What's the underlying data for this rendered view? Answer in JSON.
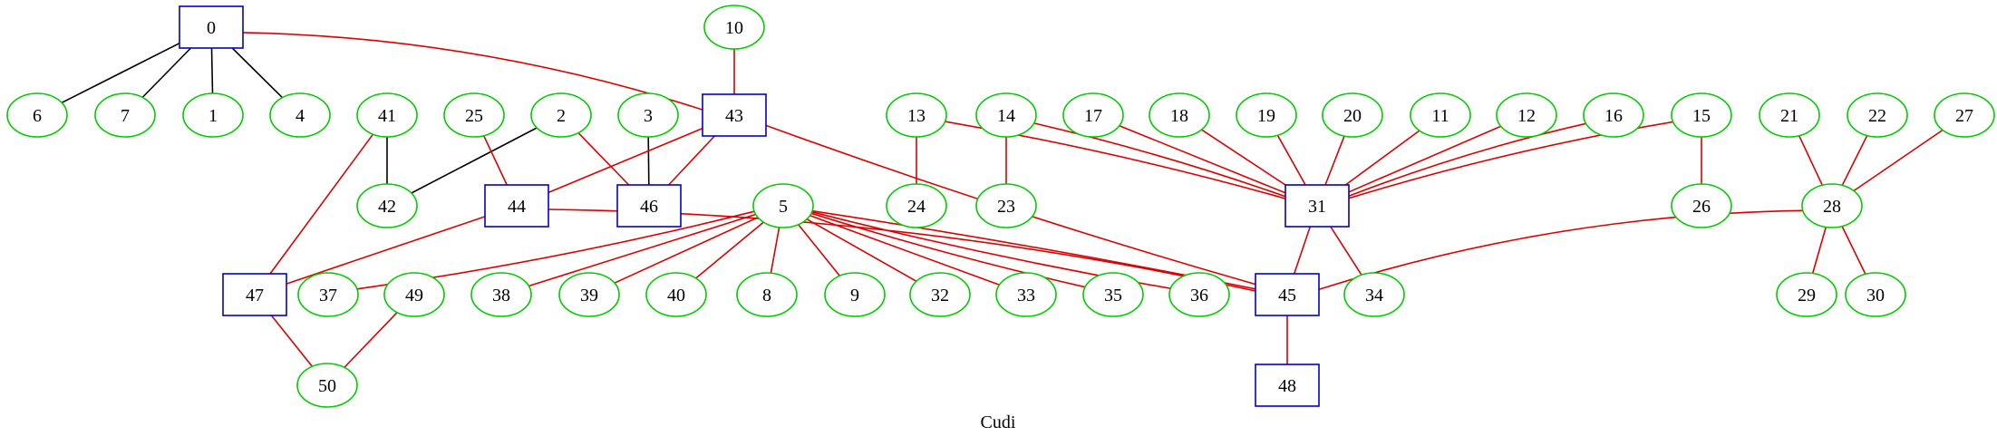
{
  "diagram": {
    "caption": "Cudi",
    "colors": {
      "background": "#ffffff",
      "box_stroke": "#0000cc",
      "ellipse_stroke": "#00cc00",
      "edge_black": "#000000",
      "edge_red": "#dd0000",
      "label": "#000000"
    },
    "nodes": [
      {
        "id": "0",
        "shape": "box"
      },
      {
        "id": "10",
        "shape": "ellipse"
      },
      {
        "id": "6",
        "shape": "ellipse"
      },
      {
        "id": "7",
        "shape": "ellipse"
      },
      {
        "id": "1",
        "shape": "ellipse"
      },
      {
        "id": "4",
        "shape": "ellipse"
      },
      {
        "id": "41",
        "shape": "ellipse"
      },
      {
        "id": "25",
        "shape": "ellipse"
      },
      {
        "id": "2",
        "shape": "ellipse"
      },
      {
        "id": "3",
        "shape": "ellipse"
      },
      {
        "id": "43",
        "shape": "box"
      },
      {
        "id": "13",
        "shape": "ellipse"
      },
      {
        "id": "14",
        "shape": "ellipse"
      },
      {
        "id": "17",
        "shape": "ellipse"
      },
      {
        "id": "18",
        "shape": "ellipse"
      },
      {
        "id": "19",
        "shape": "ellipse"
      },
      {
        "id": "20",
        "shape": "ellipse"
      },
      {
        "id": "11",
        "shape": "ellipse"
      },
      {
        "id": "12",
        "shape": "ellipse"
      },
      {
        "id": "16",
        "shape": "ellipse"
      },
      {
        "id": "15",
        "shape": "ellipse"
      },
      {
        "id": "21",
        "shape": "ellipse"
      },
      {
        "id": "22",
        "shape": "ellipse"
      },
      {
        "id": "27",
        "shape": "ellipse"
      },
      {
        "id": "42",
        "shape": "ellipse"
      },
      {
        "id": "44",
        "shape": "box"
      },
      {
        "id": "46",
        "shape": "box"
      },
      {
        "id": "5",
        "shape": "ellipse"
      },
      {
        "id": "24",
        "shape": "ellipse"
      },
      {
        "id": "23",
        "shape": "ellipse"
      },
      {
        "id": "31",
        "shape": "box"
      },
      {
        "id": "26",
        "shape": "ellipse"
      },
      {
        "id": "28",
        "shape": "ellipse"
      },
      {
        "id": "47",
        "shape": "box"
      },
      {
        "id": "37",
        "shape": "ellipse"
      },
      {
        "id": "49",
        "shape": "ellipse"
      },
      {
        "id": "38",
        "shape": "ellipse"
      },
      {
        "id": "39",
        "shape": "ellipse"
      },
      {
        "id": "40",
        "shape": "ellipse"
      },
      {
        "id": "8",
        "shape": "ellipse"
      },
      {
        "id": "9",
        "shape": "ellipse"
      },
      {
        "id": "32",
        "shape": "ellipse"
      },
      {
        "id": "33",
        "shape": "ellipse"
      },
      {
        "id": "35",
        "shape": "ellipse"
      },
      {
        "id": "36",
        "shape": "ellipse"
      },
      {
        "id": "45",
        "shape": "box"
      },
      {
        "id": "34",
        "shape": "ellipse"
      },
      {
        "id": "29",
        "shape": "ellipse"
      },
      {
        "id": "30",
        "shape": "ellipse"
      },
      {
        "id": "50",
        "shape": "ellipse"
      },
      {
        "id": "48",
        "shape": "box"
      }
    ],
    "edges": [
      {
        "from": "0",
        "to": "6",
        "color": "black"
      },
      {
        "from": "0",
        "to": "7",
        "color": "black"
      },
      {
        "from": "0",
        "to": "1",
        "color": "black"
      },
      {
        "from": "0",
        "to": "4",
        "color": "black"
      },
      {
        "from": "0",
        "to": "43",
        "color": "red"
      },
      {
        "from": "10",
        "to": "43",
        "color": "red"
      },
      {
        "from": "41",
        "to": "42",
        "color": "black"
      },
      {
        "from": "41",
        "to": "47",
        "color": "red"
      },
      {
        "from": "2",
        "to": "42",
        "color": "black"
      },
      {
        "from": "2",
        "to": "46",
        "color": "red"
      },
      {
        "from": "25",
        "to": "44",
        "color": "red"
      },
      {
        "from": "3",
        "to": "46",
        "color": "black"
      },
      {
        "from": "43",
        "to": "46",
        "color": "red"
      },
      {
        "from": "43",
        "to": "44",
        "color": "red"
      },
      {
        "from": "43",
        "to": "45",
        "color": "red"
      },
      {
        "from": "44",
        "to": "47",
        "color": "red"
      },
      {
        "from": "44",
        "to": "45",
        "color": "red"
      },
      {
        "from": "13",
        "to": "24",
        "color": "red"
      },
      {
        "from": "13",
        "to": "31",
        "color": "red"
      },
      {
        "from": "14",
        "to": "23",
        "color": "red"
      },
      {
        "from": "14",
        "to": "31",
        "color": "red"
      },
      {
        "from": "17",
        "to": "31",
        "color": "red"
      },
      {
        "from": "18",
        "to": "31",
        "color": "red"
      },
      {
        "from": "19",
        "to": "31",
        "color": "red"
      },
      {
        "from": "20",
        "to": "31",
        "color": "red"
      },
      {
        "from": "11",
        "to": "31",
        "color": "red"
      },
      {
        "from": "12",
        "to": "31",
        "color": "red"
      },
      {
        "from": "16",
        "to": "31",
        "color": "red"
      },
      {
        "from": "15",
        "to": "31",
        "color": "red"
      },
      {
        "from": "15",
        "to": "26",
        "color": "red"
      },
      {
        "from": "31",
        "to": "45",
        "color": "red"
      },
      {
        "from": "31",
        "to": "34",
        "color": "red"
      },
      {
        "from": "21",
        "to": "28",
        "color": "red"
      },
      {
        "from": "22",
        "to": "28",
        "color": "red"
      },
      {
        "from": "27",
        "to": "28",
        "color": "red"
      },
      {
        "from": "28",
        "to": "29",
        "color": "red"
      },
      {
        "from": "28",
        "to": "30",
        "color": "red"
      },
      {
        "from": "28",
        "to": "45",
        "color": "red"
      },
      {
        "from": "5",
        "to": "37",
        "color": "red"
      },
      {
        "from": "5",
        "to": "38",
        "color": "red"
      },
      {
        "from": "5",
        "to": "39",
        "color": "red"
      },
      {
        "from": "5",
        "to": "40",
        "color": "red"
      },
      {
        "from": "5",
        "to": "8",
        "color": "red"
      },
      {
        "from": "5",
        "to": "9",
        "color": "red"
      },
      {
        "from": "5",
        "to": "32",
        "color": "red"
      },
      {
        "from": "5",
        "to": "33",
        "color": "red"
      },
      {
        "from": "5",
        "to": "35",
        "color": "red"
      },
      {
        "from": "5",
        "to": "36",
        "color": "red"
      },
      {
        "from": "5",
        "to": "45",
        "color": "red"
      },
      {
        "from": "47",
        "to": "50",
        "color": "red"
      },
      {
        "from": "49",
        "to": "50",
        "color": "red"
      },
      {
        "from": "45",
        "to": "48",
        "color": "red"
      }
    ]
  }
}
